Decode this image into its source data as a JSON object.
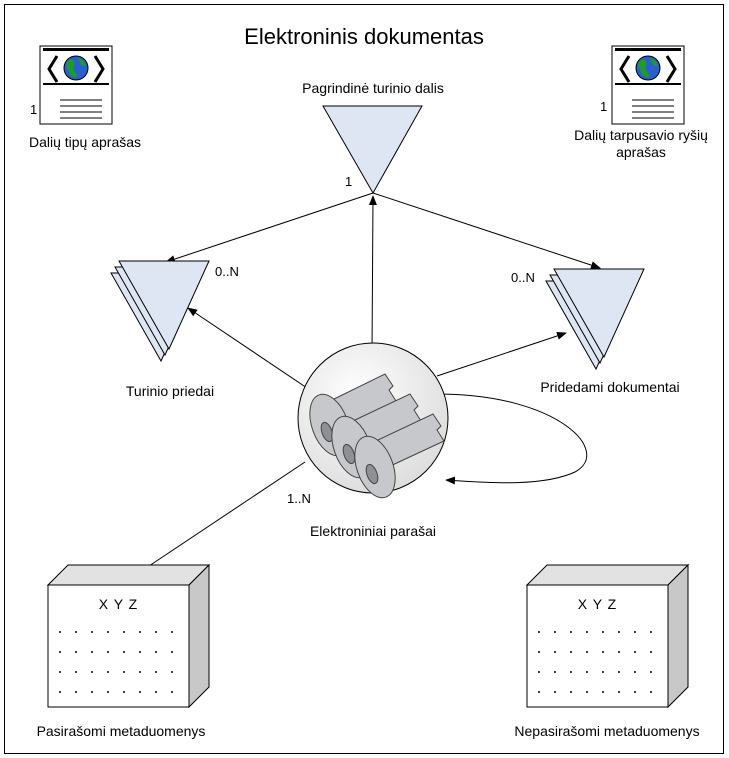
{
  "title": "Elektroninis dokumentas",
  "nodes": {
    "main_part": {
      "label": "Pagrindinė turinio dalis",
      "multiplicity": "1"
    },
    "content_attachments": {
      "label": "Turinio priedai",
      "multiplicity": "0..N"
    },
    "attached_documents": {
      "label": "Pridedami dokumentai",
      "multiplicity": "0..N"
    },
    "signatures": {
      "label": "Elektroniniai parašai",
      "multiplicity": "1..N"
    },
    "part_types": {
      "label": "Dalių tipų aprašas",
      "multiplicity": "1"
    },
    "part_relations": {
      "label_line1": "Dalių tarpusavio ryšių",
      "label_line2": "aprašas",
      "multiplicity": "1"
    },
    "signed_metadata": {
      "label": "Pasirašomi metaduomenys",
      "box_text": "X Y Z"
    },
    "unsigned_metadata": {
      "label": "Nepasirašomi metaduomenys",
      "box_text": "X Y Z"
    }
  },
  "icons": {
    "document_icon": "xml-globe-document-icon",
    "keys_icon": "keys-icon",
    "triangle": "document-part-triangle"
  },
  "colors": {
    "triangle_fill": "#dde6f2",
    "box_front": "#ffffff",
    "box_side": "#c8c8c8",
    "box_top": "#e2e2e2",
    "globe_water": "#2a5fd0",
    "globe_land": "#1f9a2c",
    "key_fill": "#c6c8cc"
  }
}
